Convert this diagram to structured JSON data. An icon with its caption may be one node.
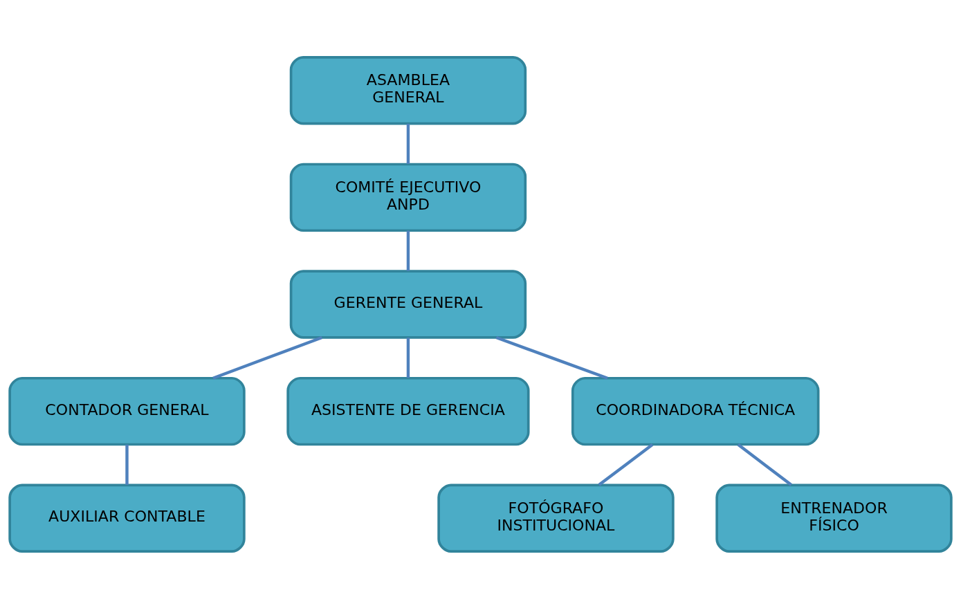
{
  "diagram": {
    "nodes": [
      {
        "text": [
          "ASAMBLEA GENERAL"
        ]
      },
      {
        "text": [
          "COMITÉ EJECUTIVO ANPD"
        ]
      },
      {
        "text": [
          "GERENTE GENERAL"
        ]
      },
      {
        "text": [
          "CONTADOR GENERAL"
        ]
      },
      {
        "text": [
          "ASISTENTE DE GERENCIA"
        ]
      },
      {
        "text": [
          "COORDINADORA TÉCNICA"
        ]
      },
      {
        "text": [
          "AUXILIAR CONTABLE"
        ]
      },
      {
        "text": [
          "FOTÓGRAFO INSTITUCIONAL"
        ]
      },
      {
        "text": [
          "ENTRENADOR FÍSICO"
        ]
      }
    ],
    "edges": [
      {
        "from": 0,
        "to": 1,
        "arrow": "none"
      },
      {
        "from": 1,
        "to": 2,
        "arrow": "none"
      },
      {
        "from": 2,
        "to": 3,
        "arrow": "none"
      },
      {
        "from": 2,
        "to": 4,
        "arrow": "none"
      },
      {
        "from": 2,
        "to": 5,
        "arrow": "none"
      },
      {
        "from": 3,
        "to": 6,
        "arrow": "none"
      },
      {
        "from": 5,
        "to": 7,
        "arrow": "none"
      },
      {
        "from": 5,
        "to": 8,
        "arrow": "none"
      }
    ]
  }
}
